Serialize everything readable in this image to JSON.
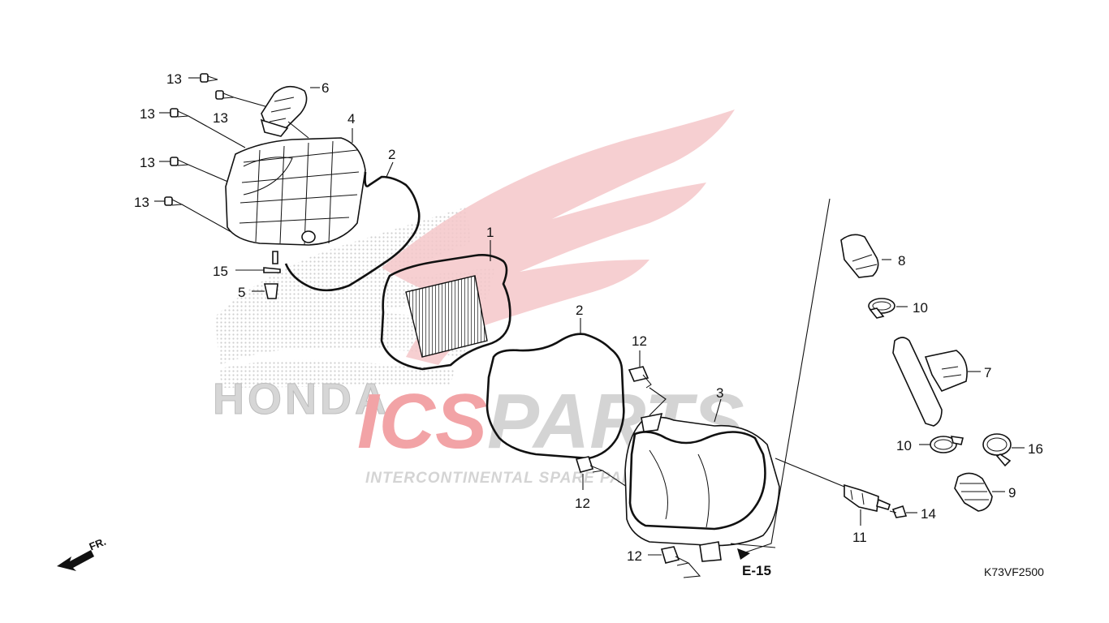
{
  "watermark": {
    "brand": "ICSPARTS",
    "brand_accent": "ICS",
    "brand_rest": "PARTS",
    "tagline": "INTERCONTINENTAL SPARE PARTS",
    "honda": "HONDA",
    "colors": {
      "accent": "#e8323a",
      "grey": "#c9c9c9",
      "wing": "#f4c7c9"
    }
  },
  "callouts": {
    "c13a": "13",
    "c13b": "13",
    "c13c": "13",
    "c13d": "13",
    "c13e": "13",
    "c6": "6",
    "c4": "4",
    "c2a": "2",
    "c2b": "2",
    "c1": "1",
    "c15": "15",
    "c5": "5",
    "c3": "3",
    "c12a": "12",
    "c12b": "12",
    "c12c": "12",
    "c8": "8",
    "c10a": "10",
    "c10b": "10",
    "c7": "7",
    "c16": "16",
    "c9": "9",
    "c14": "14",
    "c11": "11"
  },
  "reference": "E-15",
  "diagram_code": "K73VF2500",
  "direction": {
    "label": "FR.",
    "icon": "front-arrow-icon"
  }
}
